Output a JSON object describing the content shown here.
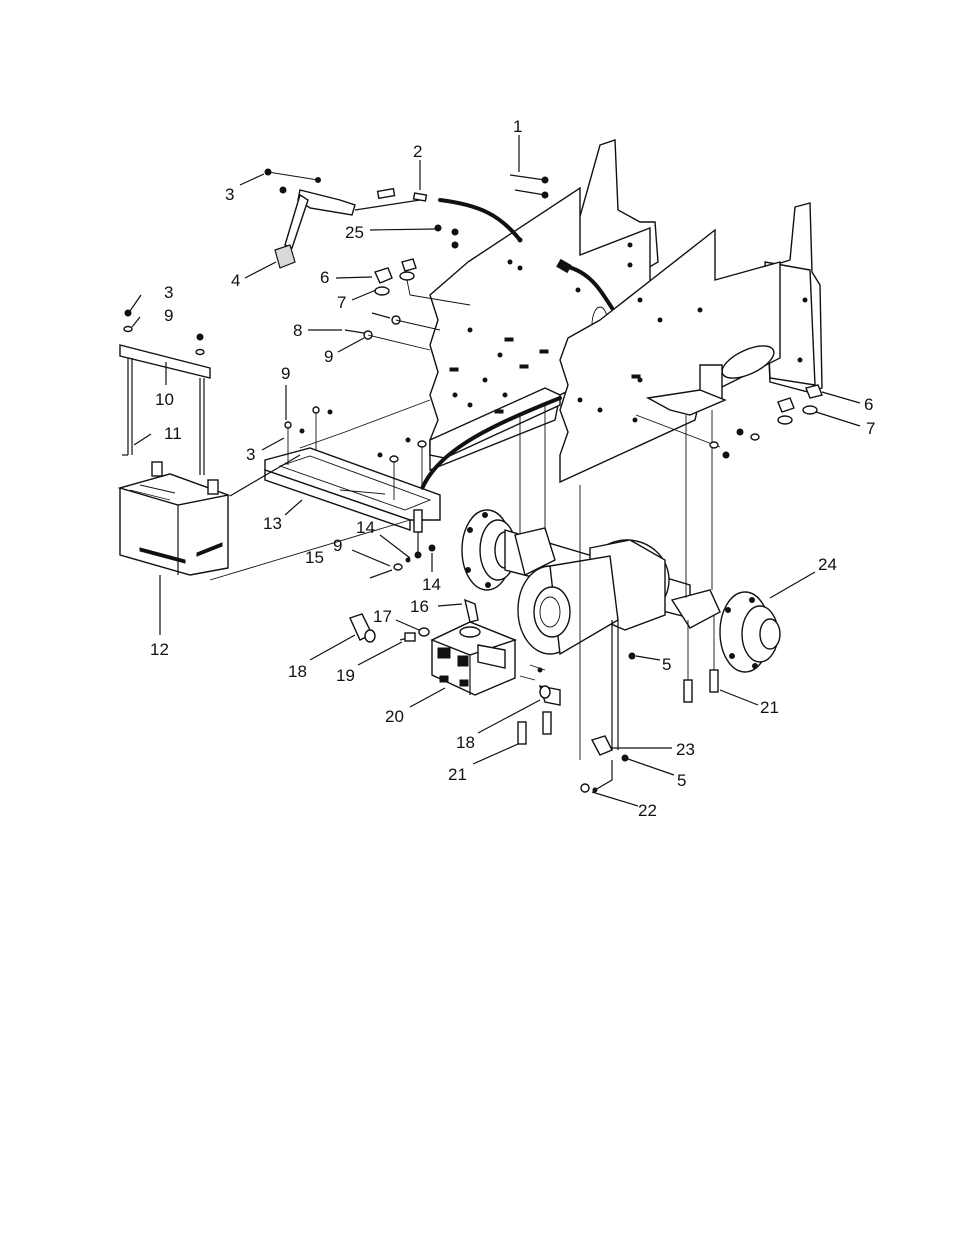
{
  "callouts": [
    {
      "id": "c1",
      "label": "1"
    },
    {
      "id": "c2",
      "label": "2"
    },
    {
      "id": "c3a",
      "label": "3"
    },
    {
      "id": "c4",
      "label": "4"
    },
    {
      "id": "c25",
      "label": "25"
    },
    {
      "id": "c6a",
      "label": "6"
    },
    {
      "id": "c7a",
      "label": "7"
    },
    {
      "id": "c3b",
      "label": "3"
    },
    {
      "id": "c9a",
      "label": "9"
    },
    {
      "id": "c8",
      "label": "8"
    },
    {
      "id": "c9b",
      "label": "9"
    },
    {
      "id": "c10",
      "label": "10"
    },
    {
      "id": "c11",
      "label": "11"
    },
    {
      "id": "c9c",
      "label": "9"
    },
    {
      "id": "c3c",
      "label": "3"
    },
    {
      "id": "c13",
      "label": "13"
    },
    {
      "id": "c12",
      "label": "12"
    },
    {
      "id": "c14a",
      "label": "14"
    },
    {
      "id": "c9d",
      "label": "9"
    },
    {
      "id": "c15",
      "label": "15"
    },
    {
      "id": "c14b",
      "label": "14"
    },
    {
      "id": "c16",
      "label": "16"
    },
    {
      "id": "c17",
      "label": "17"
    },
    {
      "id": "c18a",
      "label": "18"
    },
    {
      "id": "c19",
      "label": "19"
    },
    {
      "id": "c20",
      "label": "20"
    },
    {
      "id": "c18b",
      "label": "18"
    },
    {
      "id": "c21a",
      "label": "21"
    },
    {
      "id": "c5a",
      "label": "5"
    },
    {
      "id": "c24",
      "label": "24"
    },
    {
      "id": "c21b",
      "label": "21"
    },
    {
      "id": "c23",
      "label": "23"
    },
    {
      "id": "c5b",
      "label": "5"
    },
    {
      "id": "c22",
      "label": "22"
    },
    {
      "id": "c6b",
      "label": "6"
    },
    {
      "id": "c7b",
      "label": "7"
    }
  ]
}
